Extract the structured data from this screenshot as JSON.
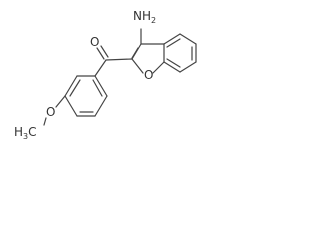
{
  "molecule": {
    "atoms": {
      "amine": {
        "main": "NH",
        "subscript": "2"
      },
      "carbonyl_oxygen": "O",
      "furan_oxygen": "O",
      "methoxy_oxygen": "O",
      "methyl": {
        "prefix": "H",
        "subscript": "3",
        "suffix": "C"
      }
    }
  }
}
